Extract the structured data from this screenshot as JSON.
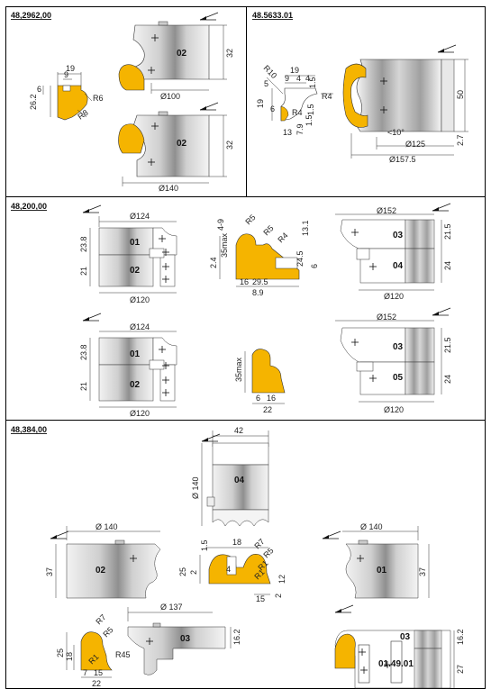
{
  "colors": {
    "profile": "#f5b400",
    "cutter_dark": "#8c8c8c",
    "cutter_mid": "#b5b5b5",
    "cutter_light": "#e2e2e2"
  },
  "sections": [
    {
      "code": "48,2962,00",
      "profile_dims": [
        "19",
        "9",
        "6",
        "26.2",
        "R6",
        "R8"
      ],
      "cutters": [
        {
          "label": "02",
          "height": "32",
          "diameter": "Ø100"
        },
        {
          "label": "02",
          "height": "32",
          "diameter": "Ø140"
        }
      ]
    },
    {
      "code": "48.5633.01",
      "profile_dims": [
        "19",
        "9",
        "4",
        "4",
        "1.5",
        "R10",
        "R4",
        "5",
        "19",
        "6",
        "1.5",
        "13",
        "7.9",
        "1.5",
        "R4"
      ],
      "cutter": {
        "height": "50",
        "angle": "<10°",
        "inner_d": "Ø125",
        "outer_d": "Ø157.5",
        "small": "2.7"
      }
    },
    {
      "code": "48,200,00",
      "sets": [
        {
          "d_top": "Ø124",
          "d_bot": "Ø120",
          "labels": [
            "01",
            "02"
          ],
          "heights": [
            "23.8",
            "21"
          ]
        },
        {
          "d_top": "Ø152",
          "d_bot": "Ø120",
          "labels": [
            "03",
            "04"
          ],
          "heights": [
            "21.5",
            "24"
          ]
        },
        {
          "d_top": "Ø124",
          "d_bot": "Ø120",
          "labels": [
            "01",
            "02"
          ],
          "heights": [
            "23.8",
            "21"
          ]
        },
        {
          "d_top": "Ø152",
          "d_bot": "Ø120",
          "labels": [
            "03",
            "05"
          ],
          "heights": [
            "21.5",
            "24"
          ]
        }
      ],
      "profile1": [
        "R5",
        "R5",
        "R4",
        "5",
        "4-9",
        "35max",
        "2.4",
        "13.1",
        "24.5",
        "6",
        "16",
        "29.5",
        "8.9"
      ],
      "profile2": [
        "35max",
        "6",
        "16",
        "22"
      ]
    },
    {
      "code": "48,384,00",
      "top_cutter": {
        "label": "04",
        "width": "42",
        "diameter": "Ø 140"
      },
      "left_cutter": {
        "label": "02",
        "diameter": "Ø 140",
        "height": "37"
      },
      "right_cutter": {
        "label": "01",
        "diameter": "Ø 140",
        "height": "37"
      },
      "profile_center": [
        "18",
        "R7",
        "R5",
        "1.5",
        "25",
        "4",
        "2",
        "R1",
        "R1",
        "12",
        "15",
        "2"
      ],
      "profile_left": [
        "R7",
        "R5",
        "25",
        "18",
        "R1",
        "R45",
        "7",
        "15",
        "22"
      ],
      "bottom_cutter": {
        "label": "03",
        "diameter": "Ø 137",
        "height": "16.2"
      },
      "combo": {
        "labels": [
          "03",
          "01.49.01"
        ],
        "heights": [
          "16.2",
          "27"
        ]
      }
    }
  ]
}
